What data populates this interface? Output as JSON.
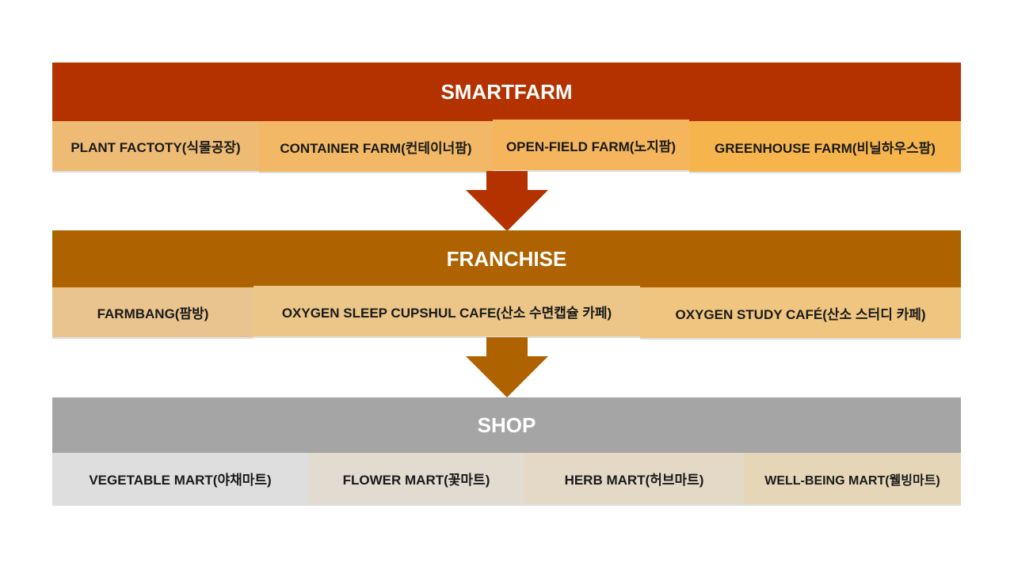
{
  "bands": {
    "smartfarm": "SMARTFARM",
    "franchise": "FRANCHISE",
    "shop": "SHOP"
  },
  "smartfarm_items": [
    "PLANT FACTOTY(식물공장)",
    "CONTAINER FARM(컨테이너팜)",
    "OPEN-FIELD FARM(노지팜)",
    "GREENHOUSE FARM(비닐하우스팜)"
  ],
  "franchise_items": [
    "FARMBANG(팜방)",
    "OXYGEN SLEEP CUPSHUL CAFE(산소 수면캡슐 카페)",
    "OXYGEN STUDY CAFÉ(산소 스터디 카페)"
  ],
  "shop_items": [
    "VEGETABLE MART(야채마트)",
    "FLOWER MART(꽃마트)",
    "HERB MART(허브마트)",
    "WELL-BEING MART(웰빙마트)"
  ],
  "colors": {
    "smartfarm_band": "#b33200",
    "franchise_band": "#ae6300",
    "shop_band": "#a5a5a5",
    "arrow_1": "#b33200",
    "arrow_2": "#ae6300"
  }
}
